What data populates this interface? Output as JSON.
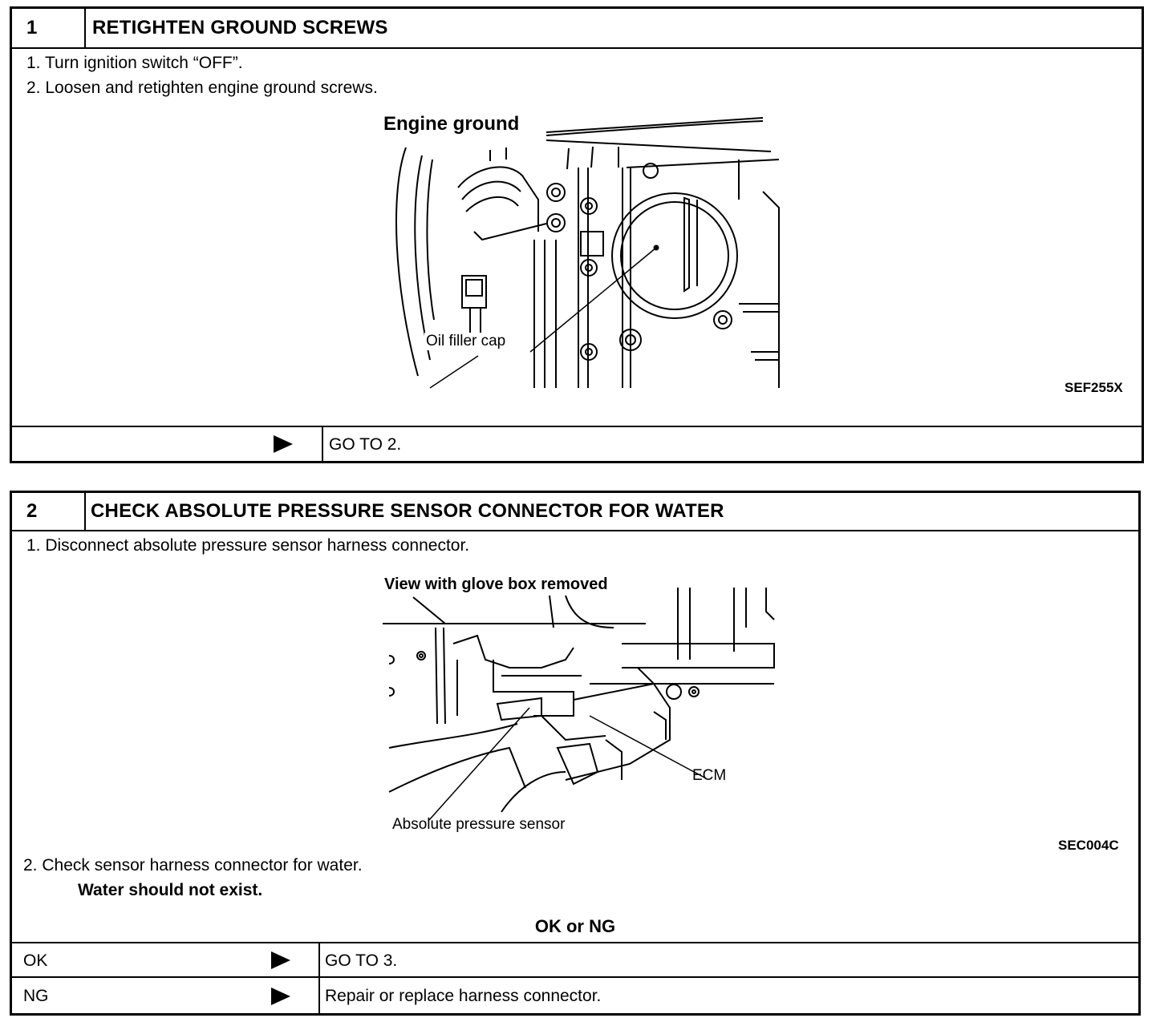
{
  "step1": {
    "number": "1",
    "title": "RETIGHTEN GROUND SCREWS",
    "instructions": [
      "1.  Turn ignition switch “OFF”.",
      "2.  Loosen and retighten engine ground screws."
    ],
    "figure": {
      "label_engine_ground": "Engine ground",
      "label_oil_filler_cap": "Oil filler cap",
      "code": "SEF255X"
    },
    "result": {
      "action": "GO TO 2."
    }
  },
  "step2": {
    "number": "2",
    "title": "CHECK ABSOLUTE PRESSURE SENSOR CONNECTOR FOR WATER",
    "instructions": [
      "1.  Disconnect absolute pressure sensor harness connector.",
      "2.  Check sensor harness connector for water."
    ],
    "expected": "Water should not exist.",
    "figure": {
      "label_view": "View with glove box removed",
      "label_ecm": "ECM",
      "label_sensor": "Absolute pressure sensor",
      "code": "SEC004C"
    },
    "judgement": "OK or NG",
    "results": [
      {
        "label": "OK",
        "action": "GO TO 3."
      },
      {
        "label": "NG",
        "action": "Repair or replace harness connector."
      }
    ]
  }
}
